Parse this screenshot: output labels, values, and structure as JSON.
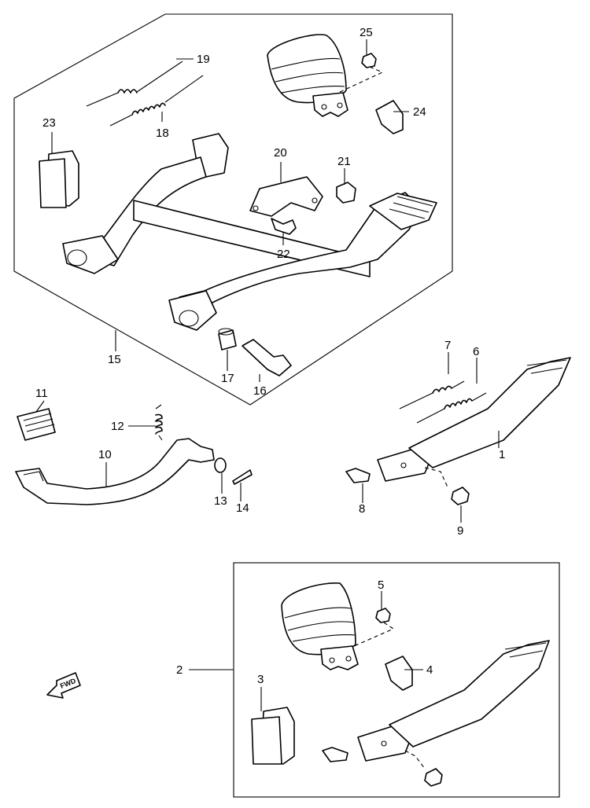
{
  "callouts": {
    "c1": "1",
    "c2": "2",
    "c3": "3",
    "c4": "4",
    "c5": "5",
    "c6": "6",
    "c7": "7",
    "c8": "8",
    "c9": "9",
    "c10": "10",
    "c11": "11",
    "c12": "12",
    "c13": "13",
    "c14": "14",
    "c15": "15",
    "c16": "16",
    "c17": "17",
    "c18": "18",
    "c19": "19",
    "c20": "20",
    "c21": "21",
    "c22": "22",
    "c23": "23",
    "c24": "24",
    "c25": "25"
  },
  "fwd_marker": {
    "label": "FWD",
    "icon": "arrow-left-icon"
  },
  "colors": {
    "line": "#000000",
    "background": "#ffffff"
  }
}
